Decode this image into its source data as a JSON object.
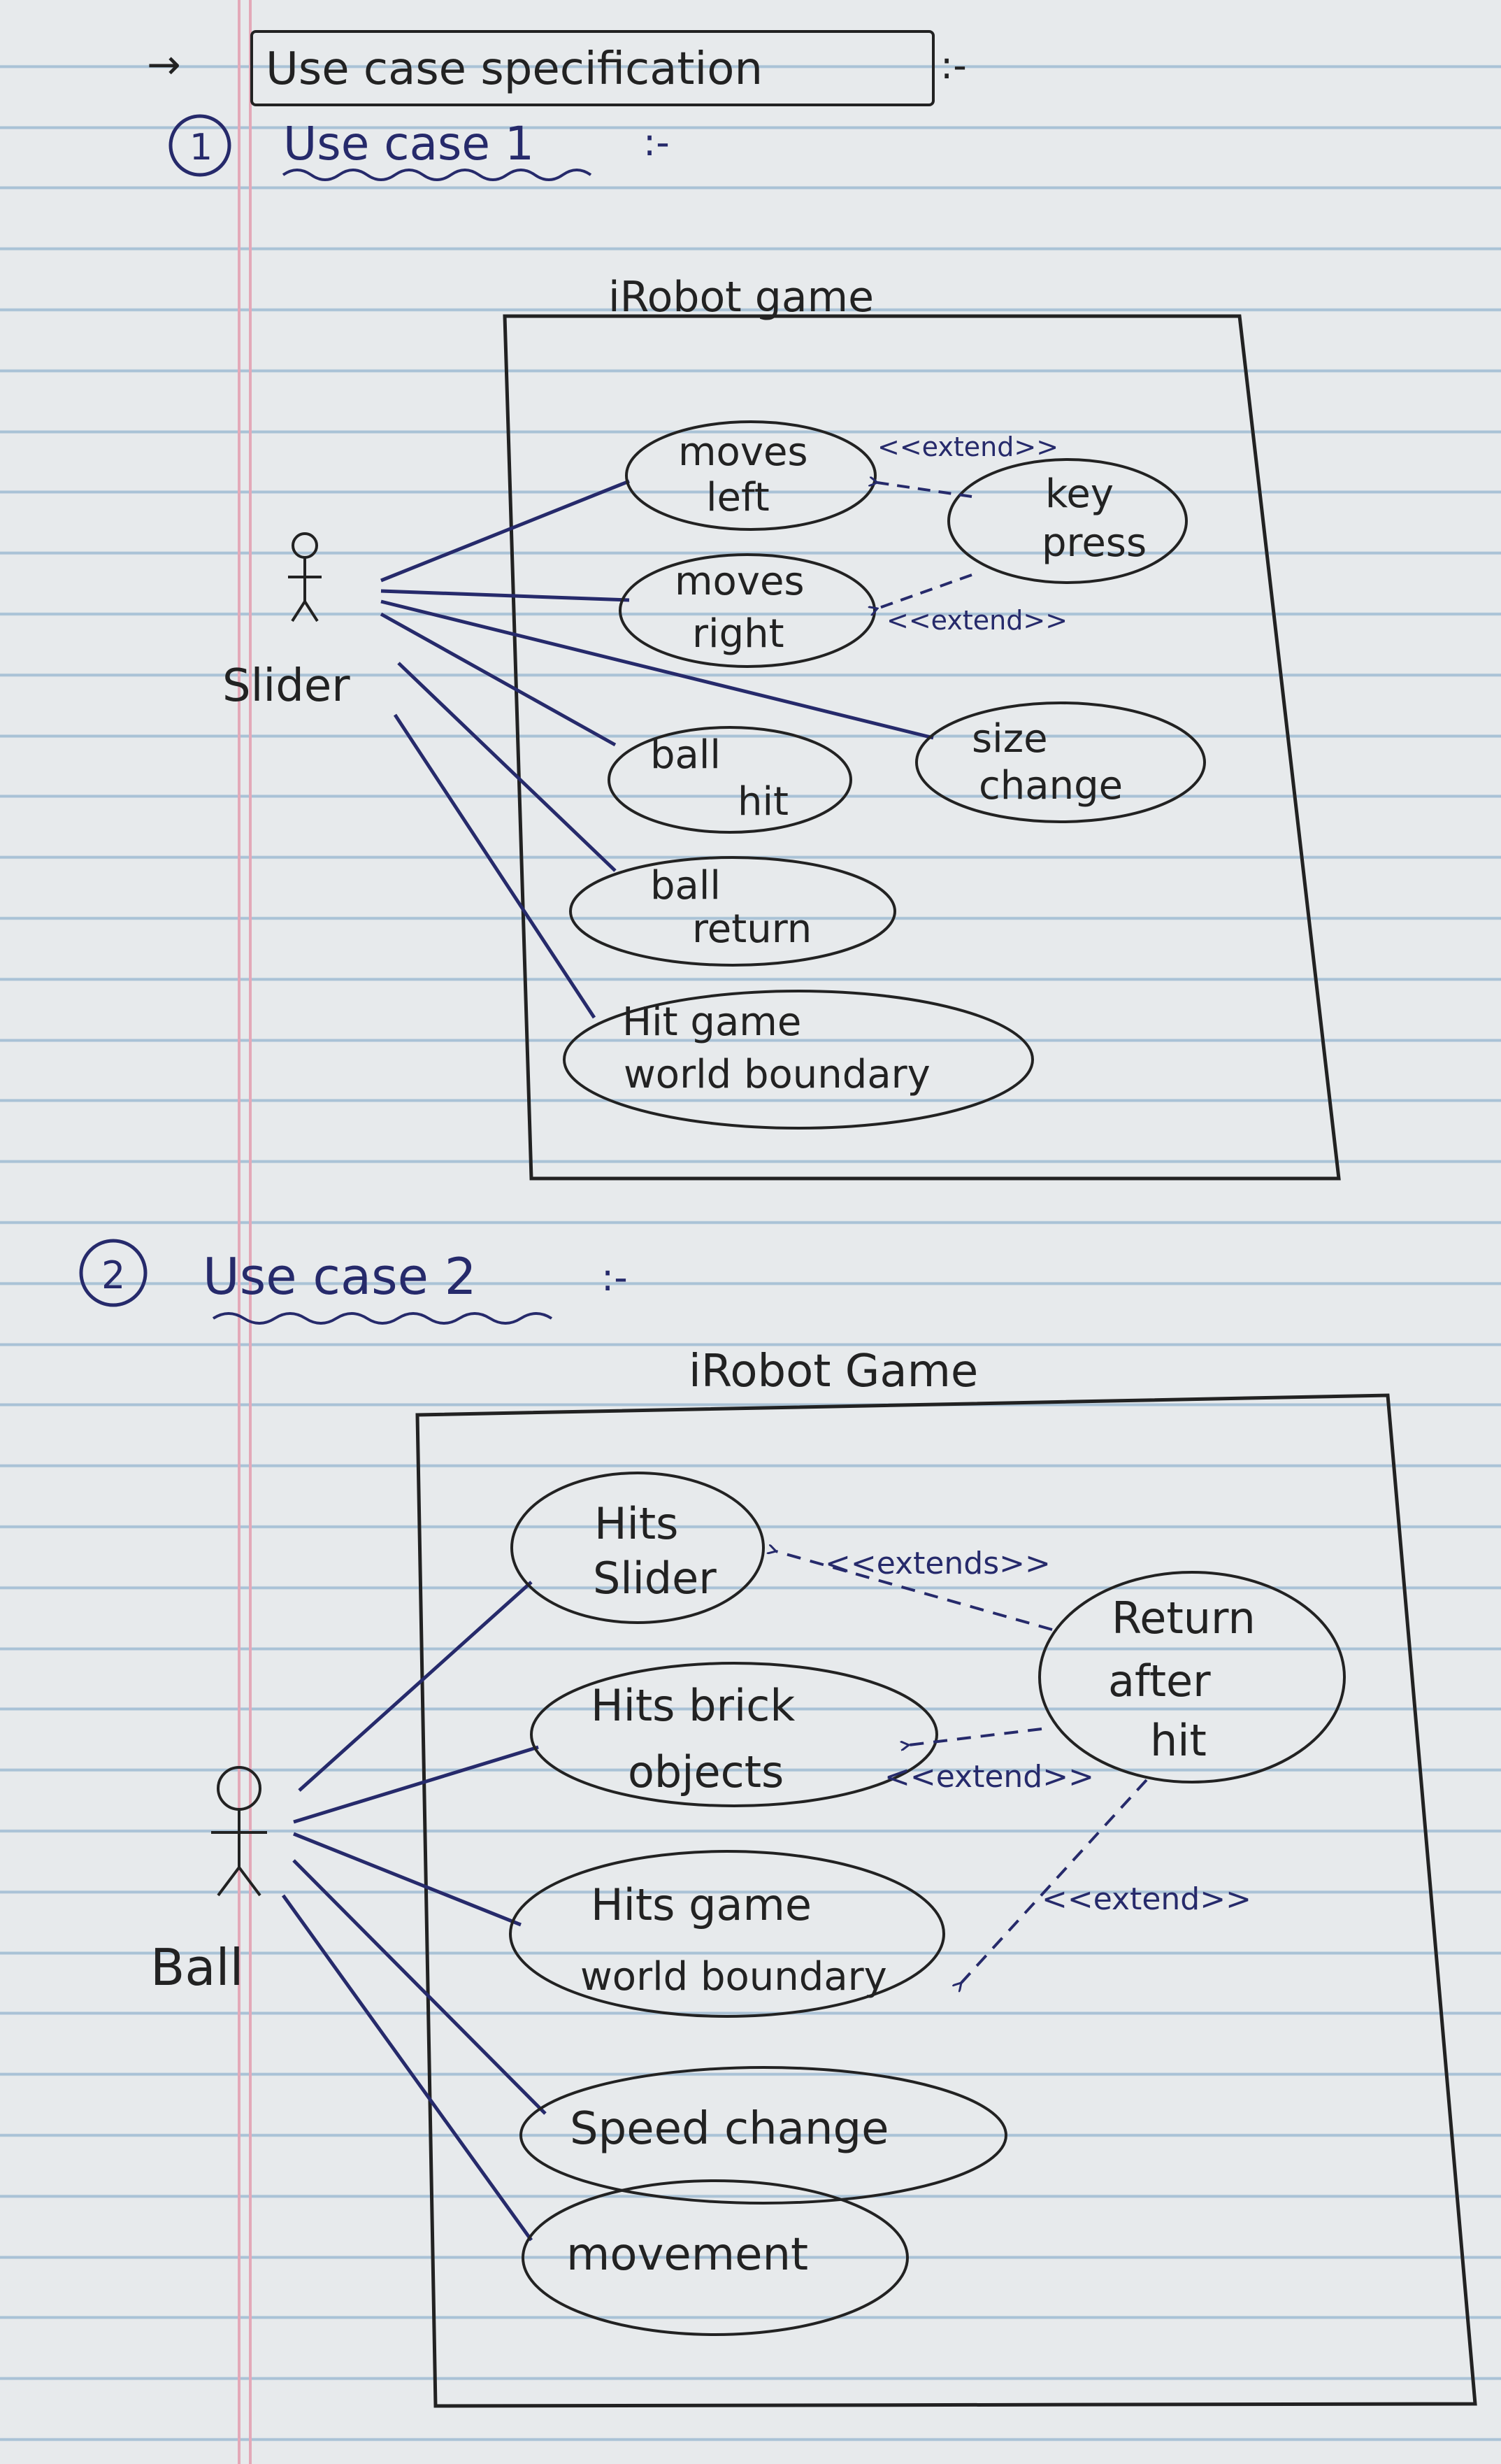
{
  "page": {
    "heading": "Use case specification",
    "heading_suffix": ":-",
    "arrow": "→"
  },
  "uc1": {
    "number": "1",
    "title": "Use case 1",
    "title_suffix": ":-",
    "system": "iRobot game",
    "actor": "Slider",
    "cases": {
      "moves_left": [
        "moves",
        "left"
      ],
      "moves_right": [
        "moves",
        "right"
      ],
      "key_press": [
        "key",
        "press"
      ],
      "ball_hit": [
        "ball",
        "hit"
      ],
      "size_change": [
        "size",
        "change"
      ],
      "ball_return": [
        "ball",
        "return"
      ],
      "hit_boundary": [
        "Hit game",
        "world boundary"
      ]
    },
    "extend1": "<<extend>>",
    "extend2": "<<extend>>"
  },
  "uc2": {
    "number": "2",
    "title": "Use case 2",
    "title_suffix": ":-",
    "system": "iRobot Game",
    "actor": "Ball",
    "cases": {
      "hits_slider": [
        "Hits",
        "Slider"
      ],
      "hits_brick": [
        "Hits brick",
        "objects"
      ],
      "return_after_hit": [
        "Return",
        "after",
        "hit"
      ],
      "hits_boundary": [
        "Hits game",
        "world boundary"
      ],
      "speed_change": [
        "Speed change"
      ],
      "movement": [
        "movement"
      ]
    },
    "extend1": "<<extends>>",
    "extend2": "<<extend>>",
    "extend3": "<<extend>>"
  },
  "colors": {
    "ink_black": "#222222",
    "ink_blue": "#262a6b",
    "paper": "#e7eaec",
    "rule_line": "#a9c2d6",
    "margin_line": "#e3a9b8"
  }
}
